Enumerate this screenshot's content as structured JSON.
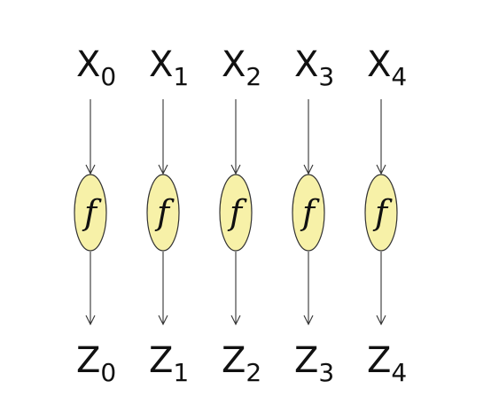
{
  "diagram": {
    "inputs": [
      {
        "var": "X",
        "sub": "0"
      },
      {
        "var": "X",
        "sub": "1"
      },
      {
        "var": "X",
        "sub": "2"
      },
      {
        "var": "X",
        "sub": "3"
      },
      {
        "var": "X",
        "sub": "4"
      }
    ],
    "function_label": "f",
    "outputs": [
      {
        "var": "Z",
        "sub": "0"
      },
      {
        "var": "Z",
        "sub": "1"
      },
      {
        "var": "Z",
        "sub": "2"
      },
      {
        "var": "Z",
        "sub": "3"
      },
      {
        "var": "Z",
        "sub": "4"
      }
    ],
    "colors": {
      "node_fill": "#f7f1a8",
      "stroke": "#333333",
      "text": "#111111"
    }
  }
}
